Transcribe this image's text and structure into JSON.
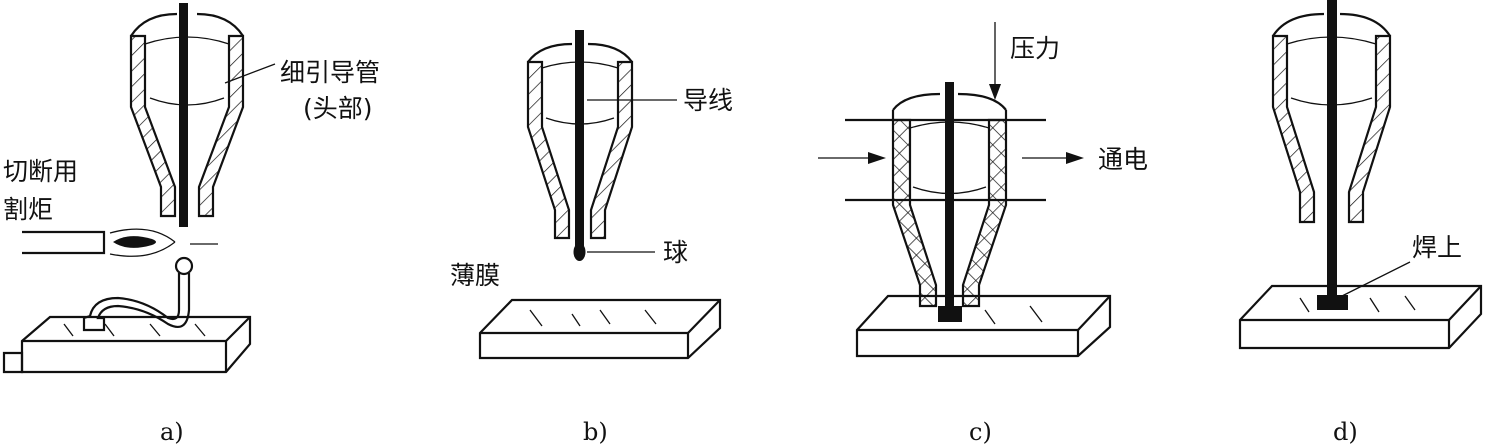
{
  "diagram": {
    "labels": {
      "capillary_head": "细引导管",
      "capillary_head_note": "(头部)",
      "cutting_torch_line1": "切断用",
      "cutting_torch_line2": "割炬",
      "wire": "导线",
      "ball": "球",
      "film": "薄膜",
      "pressure": "压力",
      "current": "通电",
      "bonded": "焊上"
    },
    "captions": [
      "a)",
      "b)",
      "c)",
      "d)"
    ]
  }
}
